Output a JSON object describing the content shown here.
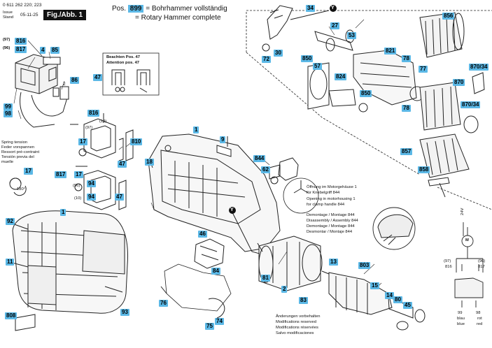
{
  "header": {
    "part_number": "0 611 262 220; 223",
    "issue_label": "Issue",
    "stand_label": "Stand",
    "issue_date": "05-11-25",
    "figure": "Fig./Abb. 1",
    "pos_prefix": "Pos.",
    "pos_number": "899",
    "complete_de": "= Bohrhammer vollständig",
    "complete_en": "= Rotary Hammer complete"
  },
  "notes": {
    "beachten": "Beachten Pos. 47",
    "attention": "Attention pos. 47",
    "spring_tension": [
      "Spring tension",
      "Feder vorspannen",
      "Ressort pré-contraint",
      "Tensión previa del",
      "muelle"
    ],
    "angle": "180°",
    "opening": [
      "Öffnung im Motorgehäuse 1",
      "für Knebelgriff 844",
      "Opening in motorhousing 1",
      "for clamp handle 844"
    ],
    "montage": [
      "Demontage / Montage 844",
      "Disassembly / Assembly 844",
      "Demontage / Montage 844",
      "Desmontar / Montaje 844"
    ],
    "changes": [
      "Änderungen vorbehalten",
      "Modifications reserved",
      "Modifications réservées",
      "Salvo modificaciones"
    ],
    "wiring": {
      "voltage": "24V",
      "motor": "M",
      "left_codes": [
        "(97)",
        "816"
      ],
      "right_codes": [
        "(96)",
        "817"
      ],
      "blue_num": "99",
      "blue_de": "blau",
      "blue_en": "blue",
      "red_num": "98",
      "red_de": "rot",
      "red_en": "red"
    }
  },
  "markers": {
    "y": "Y"
  },
  "labels": {
    "n97a": "(97)",
    "n816a": "816",
    "n96a": "(96)",
    "n817a": "817",
    "n4": "4",
    "n85": "85",
    "n86": "86",
    "n2": "2",
    "n99": "99",
    "n98": "98",
    "n47": "47",
    "n816b": "816",
    "n97b": "(97)",
    "n10a": "(10)",
    "n17a": "17",
    "n810": "810",
    "n47b": "47",
    "n17b": "17",
    "n817b": "817",
    "n17c": "17",
    "n96b": "(96)",
    "n10b": "(10)",
    "n94a": "94",
    "n94b": "94",
    "n47c": "47",
    "n92": "92",
    "n1a": "1",
    "n11": "11",
    "n808": "808",
    "n93": "93",
    "n1b": "1",
    "n9": "9",
    "n18": "18",
    "n844": "844",
    "n62": "62",
    "n46": "46",
    "n84": "84",
    "n76": "76",
    "n75": "75",
    "n74": "74",
    "n81": "81",
    "n2b": "2",
    "n83": "83",
    "n13": "13",
    "n803": "803",
    "n15": "15",
    "n14": "14",
    "n80": "80",
    "n45": "45",
    "n34": "34",
    "n27": "27",
    "n53": "53",
    "n30": "30",
    "n72": "72",
    "n850a": "850",
    "n57": "57",
    "n824": "824",
    "n821": "821",
    "n78a": "78",
    "n77": "77",
    "n850b": "850",
    "n78b": "78",
    "n856": "856",
    "n870_34a": "870/34",
    "n870": "870",
    "n870_34b": "870/34",
    "n857": "857",
    "n858": "858"
  }
}
